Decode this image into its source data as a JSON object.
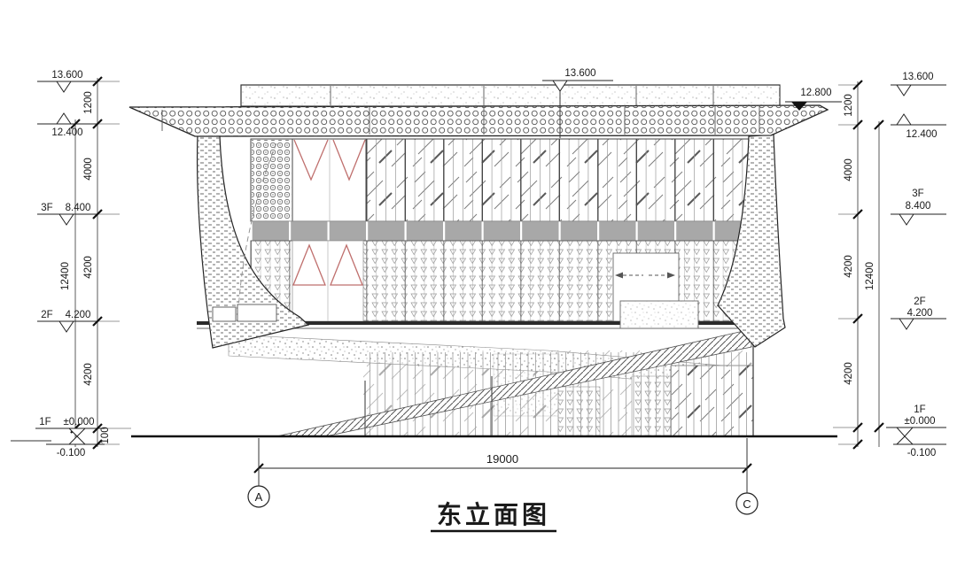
{
  "title": {
    "text": "东立面图"
  },
  "axes": {
    "left": "A",
    "right": "C"
  },
  "colors": {
    "accent_red": "#bf6f6d",
    "band_gray": "#a8a8a8",
    "line": "#222222"
  },
  "dimensions": {
    "bottom_span": "19000",
    "left": {
      "segments": [
        "1200",
        "4000",
        "4200",
        "4200",
        "100"
      ],
      "overall": "12400"
    },
    "right": {
      "segments": [
        "1200",
        "4000",
        "4200",
        "4200"
      ],
      "overall": "12400"
    }
  },
  "levels": {
    "top": {
      "roof": "13.600",
      "canopy": "12.800"
    },
    "left": [
      {
        "floor": "",
        "elev": "13.600"
      },
      {
        "floor": "",
        "elev": "12.400"
      },
      {
        "floor": "3F",
        "elev": "8.400"
      },
      {
        "floor": "2F",
        "elev": "4.200"
      },
      {
        "floor": "1F",
        "elev": "±0.000"
      },
      {
        "floor": "",
        "elev": "-0.100"
      }
    ],
    "right": [
      {
        "floor": "",
        "elev": "13.600"
      },
      {
        "floor": "",
        "elev": "12.400"
      },
      {
        "floor": "3F",
        "elev": "8.400"
      },
      {
        "floor": "2F",
        "elev": "4.200"
      },
      {
        "floor": "1F",
        "elev": "±0.000"
      },
      {
        "floor": "",
        "elev": "-0.100"
      }
    ]
  }
}
